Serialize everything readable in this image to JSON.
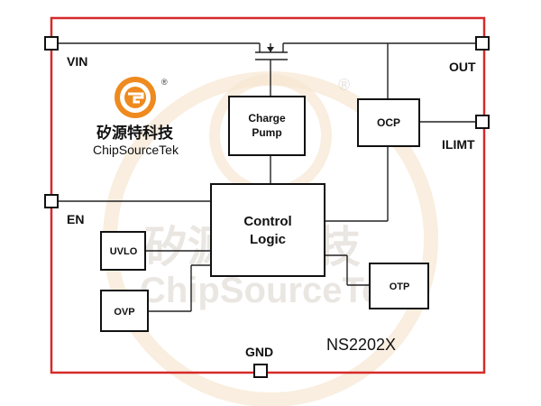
{
  "brand": {
    "name_cn": "矽源特科技",
    "name_en": "ChipSourceTek",
    "registered": "®"
  },
  "watermark": {
    "name_cn": "矽源特科技",
    "name_en": "ChipSourceTek",
    "registered": "®"
  },
  "pins": {
    "vin": "VIN",
    "out": "OUT",
    "ilimt": "ILIMT",
    "en": "EN",
    "gnd": "GND"
  },
  "blocks": {
    "charge_pump_line1": "Charge",
    "charge_pump_line2": "Pump",
    "ocp": "OCP",
    "control_line1": "Control",
    "control_line2": "Logic",
    "uvlo": "UVLO",
    "ovp": "OVP",
    "otp": "OTP"
  },
  "part_number": "NS2202X",
  "colors": {
    "border": "#d62a2a",
    "logo_orange": "#ee8a1e",
    "watermark": "#d9d2cc"
  }
}
